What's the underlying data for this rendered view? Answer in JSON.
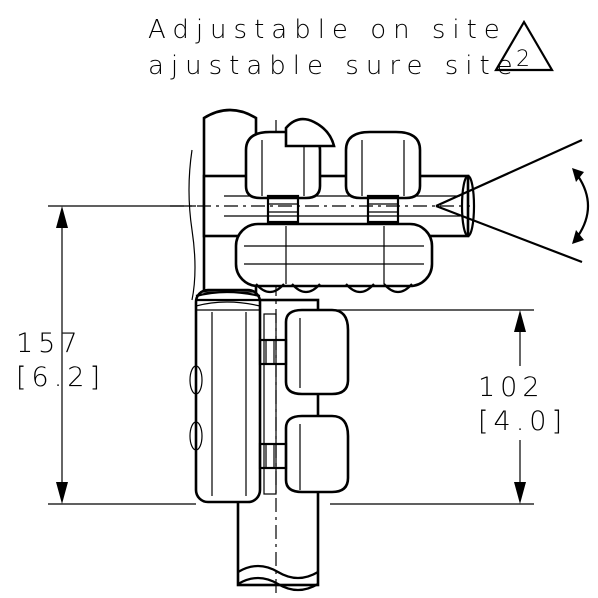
{
  "notes": {
    "line_en": "Adjustable on site",
    "line_fr": "ajustable sure site",
    "revision_marker": "2"
  },
  "dimensions": {
    "overall_height_mm": "157",
    "overall_height_in": "[6.2]",
    "lower_height_mm": "102",
    "lower_height_in": "[4.0]"
  }
}
